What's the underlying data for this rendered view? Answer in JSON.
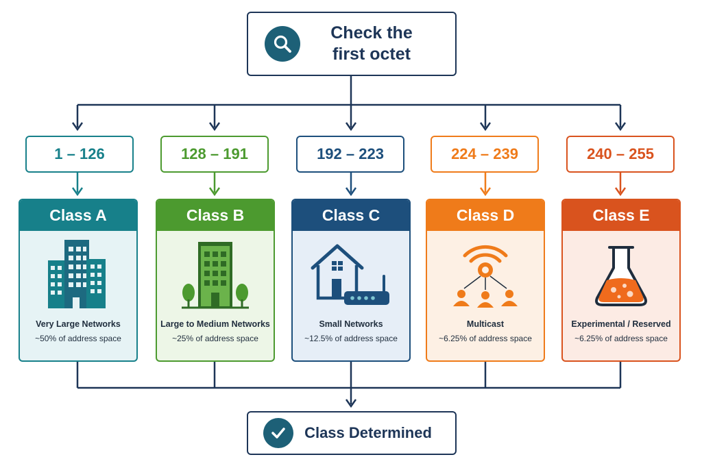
{
  "start": {
    "title_line1": "Check the",
    "title_line2": "first octet",
    "icon": "search-icon"
  },
  "classes": [
    {
      "range": "1 – 126",
      "name": "Class A",
      "label": "Very Large Networks",
      "share": "~50% of address space",
      "icon": "office-buildings-icon",
      "color": "#17808a",
      "tint": "#e6f3f5"
    },
    {
      "range": "128 – 191",
      "name": "Class B",
      "label": "Large to Medium Networks",
      "share": "~25% of address space",
      "icon": "building-trees-icon",
      "color": "#4c9a2f",
      "tint": "#edf6e7"
    },
    {
      "range": "192 – 223",
      "name": "Class C",
      "label": "Small Networks",
      "share": "~12.5% of address space",
      "icon": "house-router-icon",
      "color": "#1d4f7c",
      "tint": "#e6eef7"
    },
    {
      "range": "224 – 239",
      "name": "Class D",
      "label": "Multicast",
      "share": "~6.25% of address space",
      "icon": "multicast-icon",
      "color": "#ef7b1a",
      "tint": "#fdf0e4"
    },
    {
      "range": "240 – 255",
      "name": "Class E",
      "label": "Experimental / Reserved",
      "share": "~6.25% of address space",
      "icon": "flask-icon",
      "color": "#d9531e",
      "tint": "#fcebe4"
    }
  ],
  "end": {
    "title": "Class Determined",
    "icon": "check-icon"
  }
}
